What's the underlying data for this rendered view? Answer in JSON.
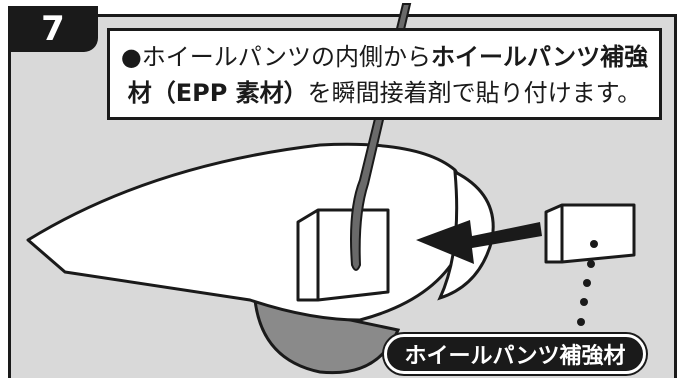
{
  "step": {
    "number": "7"
  },
  "caption": {
    "part1": "●ホイールパンツの内側から",
    "part2_bold": "ホイールパンツ補強材（EPP 素材）",
    "part3": "を瞬間接着剤で貼り付けます。"
  },
  "label": {
    "text": "ホイールパンツ補強材"
  },
  "colors": {
    "panel_bg": "#d9d9d9",
    "ink": "#1a1a1a",
    "wheel": "#8a8a8a",
    "paper": "#ffffff"
  }
}
